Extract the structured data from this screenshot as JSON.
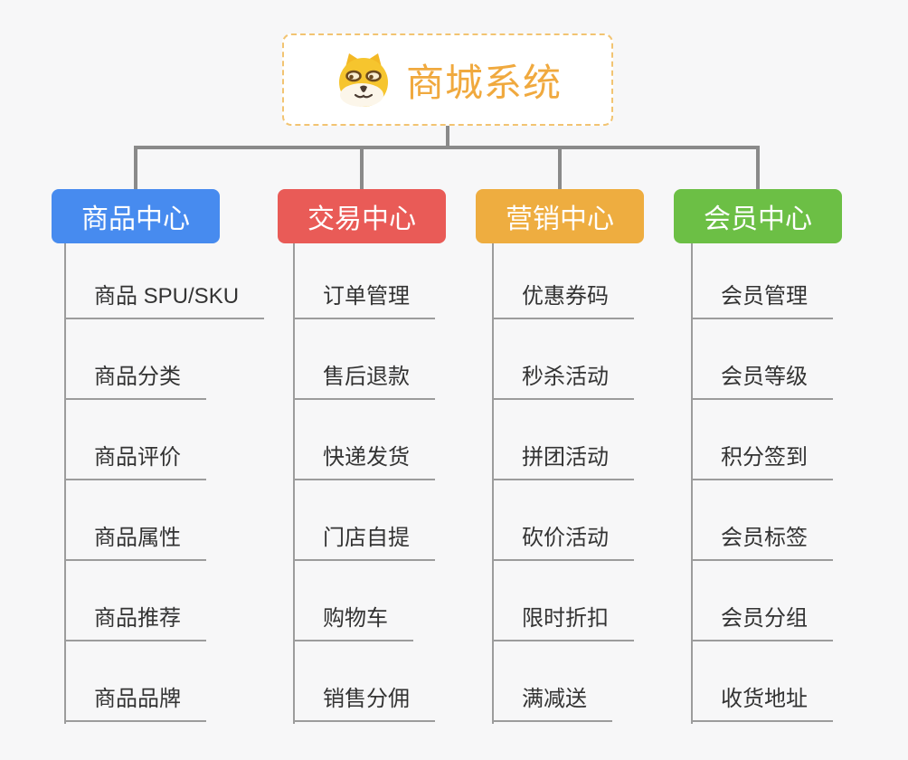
{
  "diagram": {
    "root": {
      "title": "商城系统",
      "icon": "shiba-dog-icon",
      "title_color": "#f0a93e",
      "border_color": "#f2c472"
    },
    "colors": {
      "background": "#f7f7f8",
      "connector": "#8a8a8a",
      "child_line": "#9c9c9c",
      "child_text": "#333333"
    },
    "branches": [
      {
        "label": "商品中心",
        "color": "#478bef",
        "children": [
          "商品 SPU/SKU",
          "商品分类",
          "商品评价",
          "商品属性",
          "商品推荐",
          "商品品牌"
        ]
      },
      {
        "label": "交易中心",
        "color": "#e95b57",
        "children": [
          "订单管理",
          "售后退款",
          "快递发货",
          "门店自提",
          "购物车",
          "销售分佣"
        ]
      },
      {
        "label": "营销中心",
        "color": "#eead40",
        "children": [
          "优惠券码",
          "秒杀活动",
          "拼团活动",
          "砍价活动",
          "限时折扣",
          "满减送"
        ]
      },
      {
        "label": "会员中心",
        "color": "#6cbf45",
        "children": [
          "会员管理",
          "会员等级",
          "积分签到",
          "会员标签",
          "会员分组",
          "收货地址"
        ]
      }
    ]
  }
}
